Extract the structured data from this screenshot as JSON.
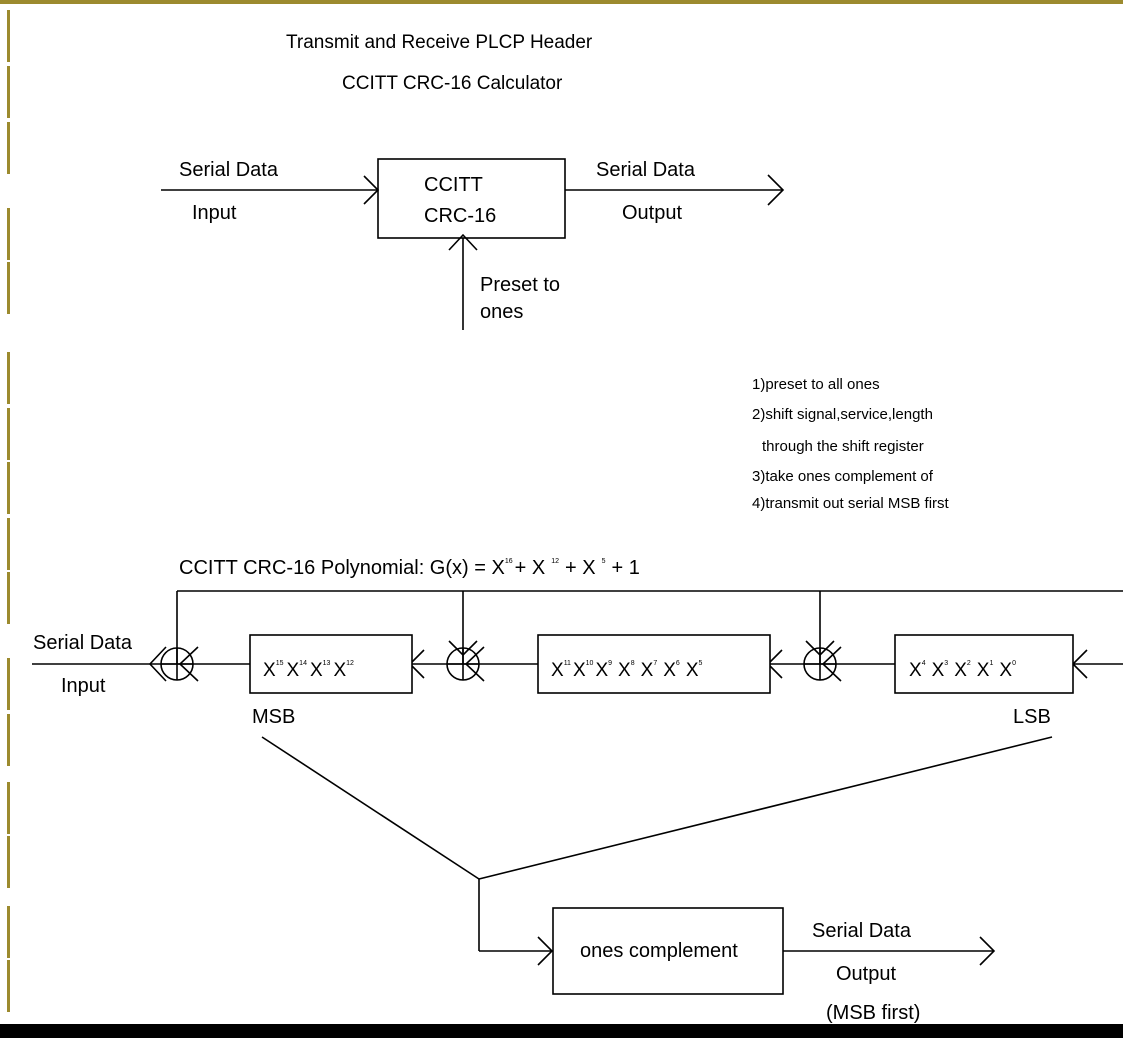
{
  "title": {
    "line1": "Transmit and Receive PLCP Header",
    "line2": "CCITT CRC-16 Calculator"
  },
  "top_block": {
    "input_label_1": "Serial Data",
    "input_label_2": "Input",
    "box_line1": "CCITT",
    "box_line2": "CRC-16",
    "output_label_1": "Serial Data",
    "output_label_2": "Output",
    "preset_line1": "Preset to",
    "preset_line2": "ones"
  },
  "notes": [
    "1)preset to all ones",
    "2)shift signal,service,length",
    "through the shift register",
    "3)take ones complement of",
    "4)transmit out serial MSB first"
  ],
  "polynomial": {
    "prefix": "CCITT CRC-16 Polynomial: G(x) = X",
    "exp16": "16",
    "mid1": "+ X",
    "exp12": "12",
    "mid2": "+ X",
    "exp5": "5",
    "suffix": "+ 1"
  },
  "register": {
    "input_label_1": "Serial Data",
    "input_label_2": "Input",
    "msb_label": "MSB",
    "lsb_label": "LSB",
    "block1": {
      "base": "X",
      "exps": [
        "15",
        "14",
        "13",
        "12"
      ]
    },
    "block2": {
      "base": "X",
      "exps": [
        "11",
        "10",
        "9",
        "8",
        "7",
        "6",
        "5"
      ]
    },
    "block3": {
      "base": "X",
      "exps": [
        "4",
        "3",
        "2",
        "1",
        "0"
      ]
    }
  },
  "output_block": {
    "box_label": "ones complement",
    "output_label_1": "Serial Data",
    "output_label_2": "Output",
    "output_label_3": "(MSB first)"
  }
}
